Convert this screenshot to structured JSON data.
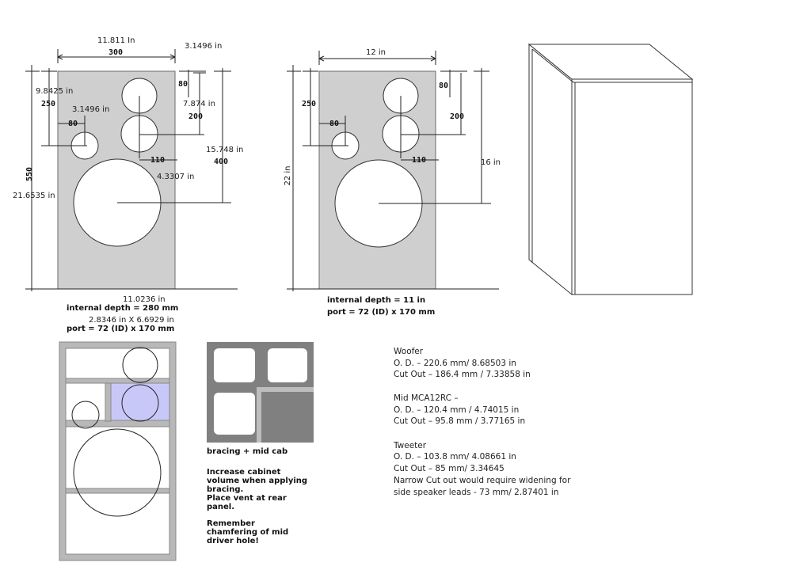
{
  "front_metric": {
    "width_in": "11.811 In",
    "width_mm": "300",
    "mid_top_in": "3.1496 in",
    "mid_top_mm": "80",
    "tweeter_height_in": "9.8425 in",
    "tweeter_height_mm": "250",
    "tweeter_offset_in": "3.1496 in",
    "tweeter_offset_mm": "80",
    "mid_spacing_in": "7.874 in",
    "mid_spacing_mm": "200",
    "mid_center_mm": "110",
    "mid_center_in": "4.3307 in",
    "woofer_height_in": "15.748 in",
    "woofer_height_mm": "400",
    "height_mm": "550",
    "height_in": "21.6535 in",
    "depth_in": "11.0236 in",
    "depth_label": "internal depth = 280 mm",
    "port_in": "2.8346 in X 6.6929 in",
    "port_label": "port = 72 (ID) x 170 mm"
  },
  "front_imperial": {
    "width_in": "12 in",
    "mid_top": "80",
    "tweeter_height": "250",
    "tweeter_offset": "80",
    "mid_spacing": "200",
    "mid_center": "110",
    "woofer_height": "16 in",
    "height": "22 in",
    "depth_label": "internal depth = 11 in",
    "port_label": "port = 72 (ID) x 170 mm"
  },
  "bracing": {
    "caption": "bracing + mid cab",
    "notes": [
      "Increase cabinet",
      "volume when applying",
      "bracing.",
      "Place vent at rear",
      "panel.",
      "",
      "Remember",
      "chamfering of mid",
      "driver hole!"
    ]
  },
  "specs": {
    "lines": [
      "Woofer",
      "O. D. – 220.6 mm/ 8.68503 in",
      "Cut Out – 186.4 mm / 7.33858 in",
      "",
      "Mid MCA12RC –",
      "O. D. – 120.4 mm / 4.74015  in",
      "Cut Out – 95.8 mm / 3.77165 in",
      "",
      "Tweeter",
      "O. D. – 103.8 mm/ 4.08661 in",
      "Cut Out – 85 mm/ 3.34645",
      "Narrow Cut out would require widening for",
      "side speaker leads -  73 mm/ 2.87401 in"
    ]
  },
  "colors": {
    "panel": "#cfcfcf",
    "panel_border": "#6b6b6b",
    "bracing_bg": "#808080",
    "mid_highlight": "#c8c8f8",
    "frame": "#b8b8b8"
  }
}
